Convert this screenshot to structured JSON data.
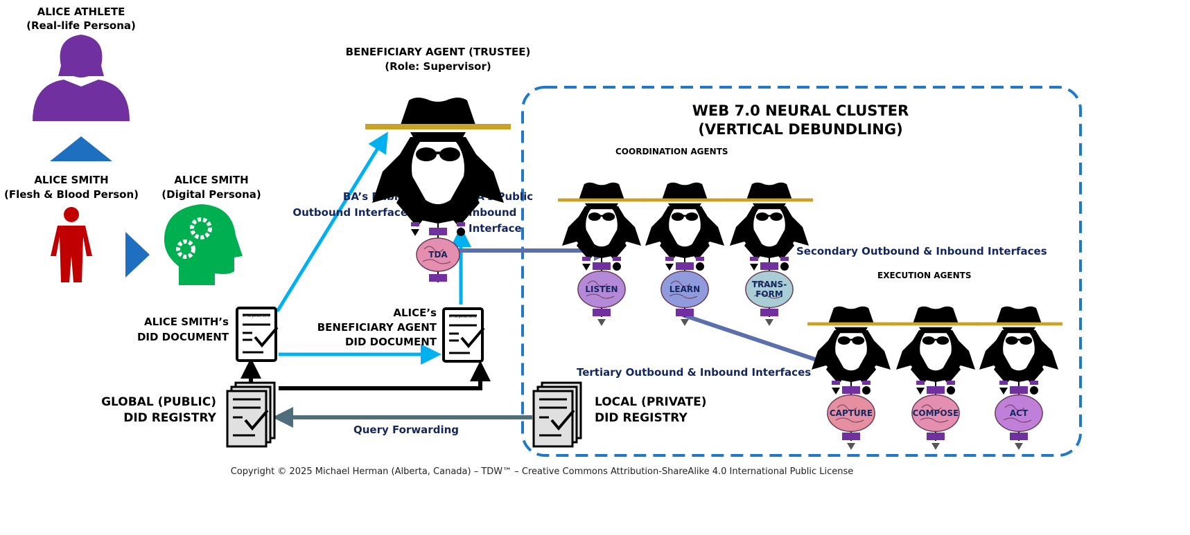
{
  "persona": {
    "line1": "ALICE ATHLETE",
    "line2": "(Real-life Persona)",
    "color": "#7030a0"
  },
  "person": {
    "line1": "ALICE SMITH",
    "line2": "(Flesh & Blood Person)",
    "color": "#c00000"
  },
  "digital": {
    "line1": "ALICE SMITH",
    "line2": "(Digital Persona)",
    "color": "#00b050"
  },
  "trustee": {
    "line1": "BENEFICIARY AGENT (TRUSTEE)",
    "line2": "(Role: Supervisor)",
    "brain": "TDA"
  },
  "ba_outbound": {
    "line1": "BA’s Public",
    "line2": "Outbound Interface"
  },
  "ba_inbound": {
    "line1": "BA’s Public",
    "line2": "Inbound",
    "line3": "Interface"
  },
  "alice_doc": {
    "line1": "ALICE SMITH’s",
    "line2": "DID DOCUMENT",
    "doc_id": "id: did:person:5678"
  },
  "ba_doc": {
    "line1": "ALICE’s",
    "line2": "BENEFICIARY AGENT",
    "line3": "DID DOCUMENT",
    "doc_id": "id: did:person:5678"
  },
  "global_registry": {
    "line1": "GLOBAL (PUBLIC)",
    "line2": "DID REGISTRY"
  },
  "local_registry": {
    "line1": "LOCAL (PRIVATE)",
    "line2": "DID REGISTRY"
  },
  "query_forwarding": "Query Forwarding",
  "cluster": {
    "line1": "WEB 7.0 NEURAL CLUSTER",
    "line2": "(VERTICAL DEBUNDLING)",
    "border_color": "#1f78c8"
  },
  "coordination": {
    "label": "COORDINATION AGENTS",
    "brains": [
      "LISTEN",
      "LEARN",
      "TRANS-",
      "FORM"
    ]
  },
  "secondary_interfaces": "Secondary Outbound & Inbound Interfaces",
  "execution": {
    "label": "EXECUTION AGENTS",
    "brains": [
      "CAPTURE",
      "COMPOSE",
      "ACT"
    ]
  },
  "tertiary_interfaces": "Tertiary Outbound & Inbound Interfaces",
  "copyright": "Copyright © 2025 Michael Herman (Alberta, Canada) – TDW™ – Creative Commons Attribution-ShareAlike 4.0 International Public License",
  "colors": {
    "arrow_cyan": "#00b0f0",
    "arrow_slate": "#5b6fae",
    "arrow_grey": "#4f6d7a",
    "hat_brim": "#c9a227",
    "connector": "#7030a0"
  }
}
